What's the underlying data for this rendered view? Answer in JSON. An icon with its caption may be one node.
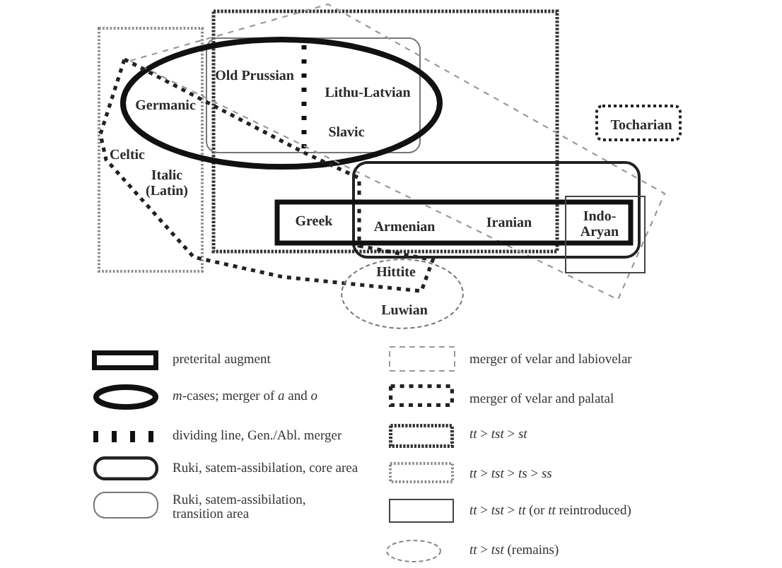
{
  "diagram": {
    "nodes": [
      {
        "text": [
          "Tocharian"
        ]
      },
      {
        "text": [
          "Hittite",
          "Luwian"
        ]
      }
    ],
    "labels": [
      "Old Prussian",
      "Lithu-Latvian",
      "Germanic",
      "Slavic",
      "Celtic",
      "Italic (Latin)",
      "Greek",
      "Armenian",
      "Iranian",
      "Indo-Aryan"
    ],
    "legend": [
      {
        "text": "preterital augment"
      },
      {
        "text": "*m*-cases; merger of *a* and *o*"
      },
      {
        "text": "dividing line, Gen./Abl. merger"
      },
      {
        "text": "Ruki, satem-assibilation, core area"
      },
      {
        "text": "Ruki, satem-assibilation, transition area"
      },
      {
        "text": "merger of velar and labiovelar"
      },
      {
        "text": "merger of velar and palatal"
      },
      {
        "text": "*tt* > *tst* > *st*"
      },
      {
        "text": "*tt* > *tst* > *ts* > *ss*"
      },
      {
        "text": "*tt* > *tst* > *tt* (or *tt* reintroduced)"
      },
      {
        "text": "*tt* > *tst* (remains)"
      }
    ]
  }
}
